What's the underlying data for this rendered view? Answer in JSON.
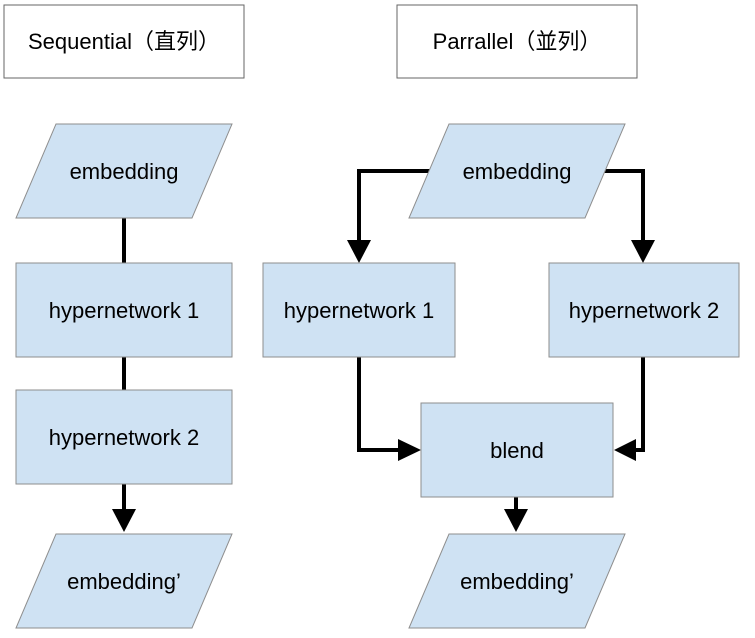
{
  "colors": {
    "node_fill": "#cfe2f3",
    "node_stroke": "#8e8e8e",
    "title_fill": "#ffffff",
    "title_stroke": "#666666",
    "connector": "#000000"
  },
  "sequential": {
    "title": "Sequential（直列）",
    "input": "embedding",
    "step1": "hypernetwork 1",
    "step2": "hypernetwork 2",
    "output": "embedding’"
  },
  "parallel": {
    "title": "Parrallel（並列）",
    "input": "embedding",
    "branch1": "hypernetwork 1",
    "branch2": "hypernetwork 2",
    "merge": "blend",
    "output": "embedding’"
  }
}
